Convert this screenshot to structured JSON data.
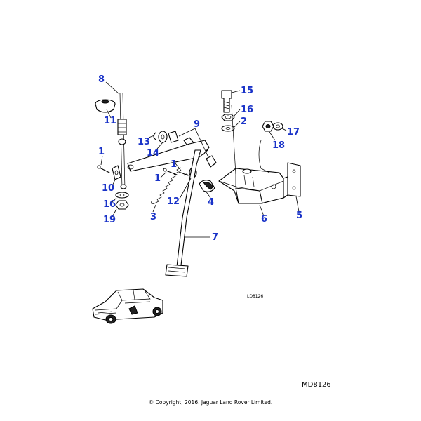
{
  "diagram": {
    "callouts": [
      {
        "id": "c8",
        "text": "8"
      },
      {
        "id": "c11",
        "text": "11"
      },
      {
        "id": "c15",
        "text": "15"
      },
      {
        "id": "c16a",
        "text": "16"
      },
      {
        "id": "c2",
        "text": "2"
      },
      {
        "id": "c9",
        "text": "9"
      },
      {
        "id": "c13",
        "text": "13"
      },
      {
        "id": "c14",
        "text": "14"
      },
      {
        "id": "c17",
        "text": "17"
      },
      {
        "id": "c18",
        "text": "18"
      },
      {
        "id": "c1a",
        "text": "1"
      },
      {
        "id": "c1b",
        "text": "1"
      },
      {
        "id": "c1c",
        "text": "1"
      },
      {
        "id": "c10",
        "text": "10"
      },
      {
        "id": "c12",
        "text": "12"
      },
      {
        "id": "c4",
        "text": "4"
      },
      {
        "id": "c3",
        "text": "3"
      },
      {
        "id": "c16b",
        "text": "16"
      },
      {
        "id": "c19",
        "text": "19"
      },
      {
        "id": "c6",
        "text": "6"
      },
      {
        "id": "c5",
        "text": "5"
      },
      {
        "id": "c7",
        "text": "7"
      }
    ],
    "inset_reference": "LD8126",
    "drawing_code": "MD8126",
    "copyright": "© Copyright, 2016. Jaguar Land Rover Limited."
  }
}
